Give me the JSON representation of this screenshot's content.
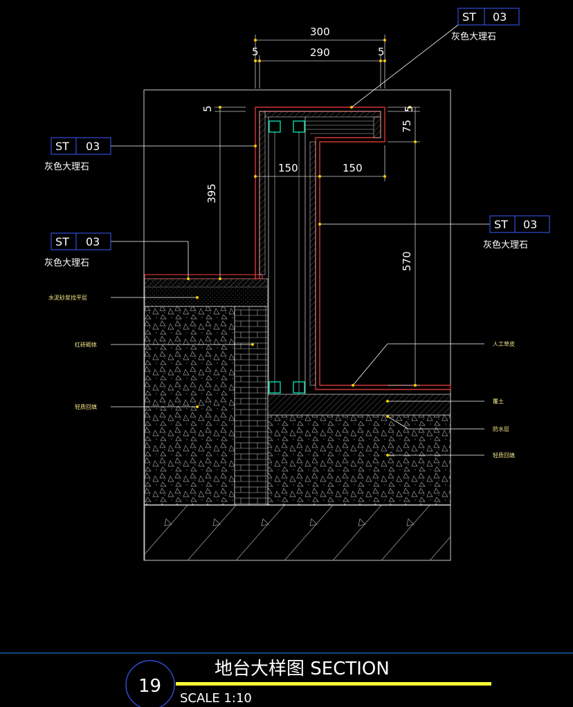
{
  "dimensions": {
    "overall_width": "300",
    "inner_width": "290",
    "edge_left": "5",
    "edge_right": "5",
    "top_left": "5",
    "top_right": "5",
    "lip_height": "75",
    "step_width_left": "150",
    "step_width_right": "150",
    "upper_height": "395",
    "lower_height": "570"
  },
  "material_tags": [
    {
      "code": "ST",
      "number": "03",
      "name": "灰色大理石"
    },
    {
      "code": "ST",
      "number": "03",
      "name": "灰色大理石"
    },
    {
      "code": "ST",
      "number": "03",
      "name": "灰色大理石"
    },
    {
      "code": "ST",
      "number": "03",
      "name": "灰色大理石"
    }
  ],
  "notes": {
    "mortar_layer": "水泥砂浆找平层",
    "brick_wall": "红砖砌体",
    "backfill_left": "轻质回填",
    "artificial_turf": "人工草皮",
    "soil": "覆土",
    "waterproof": "防水层",
    "backfill_right": "轻质回填"
  },
  "title_block": {
    "number": "19",
    "title": "地台大样图 SECTION",
    "scale": "SCALE  1:10"
  },
  "colors": {
    "background": "#000000",
    "outline": "#ffffff",
    "marble": "#ff4040",
    "hatch": "#8a8a8a",
    "leader": "#ffffff",
    "tag_border": "#3a5cff",
    "title_bar": "#ffff33",
    "frame_line": "#1e90ff",
    "note_text": "#f6e88a"
  }
}
